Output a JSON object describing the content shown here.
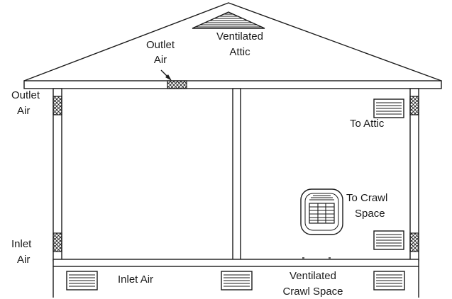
{
  "labels": {
    "ventilated_attic": [
      "Ventilated",
      "Attic"
    ],
    "outlet_air_roof": [
      "Outlet",
      "Air"
    ],
    "outlet_air_wall": [
      "Outlet",
      "Air"
    ],
    "to_attic": "To Attic",
    "to_crawl_space": [
      "To Crawl",
      "Space"
    ],
    "inlet_air_wall": [
      "Inlet",
      "Air"
    ],
    "inlet_air_crawl": "Inlet Air",
    "ventilated_crawl_space": [
      "Ventilated",
      "Crawl Space"
    ]
  }
}
